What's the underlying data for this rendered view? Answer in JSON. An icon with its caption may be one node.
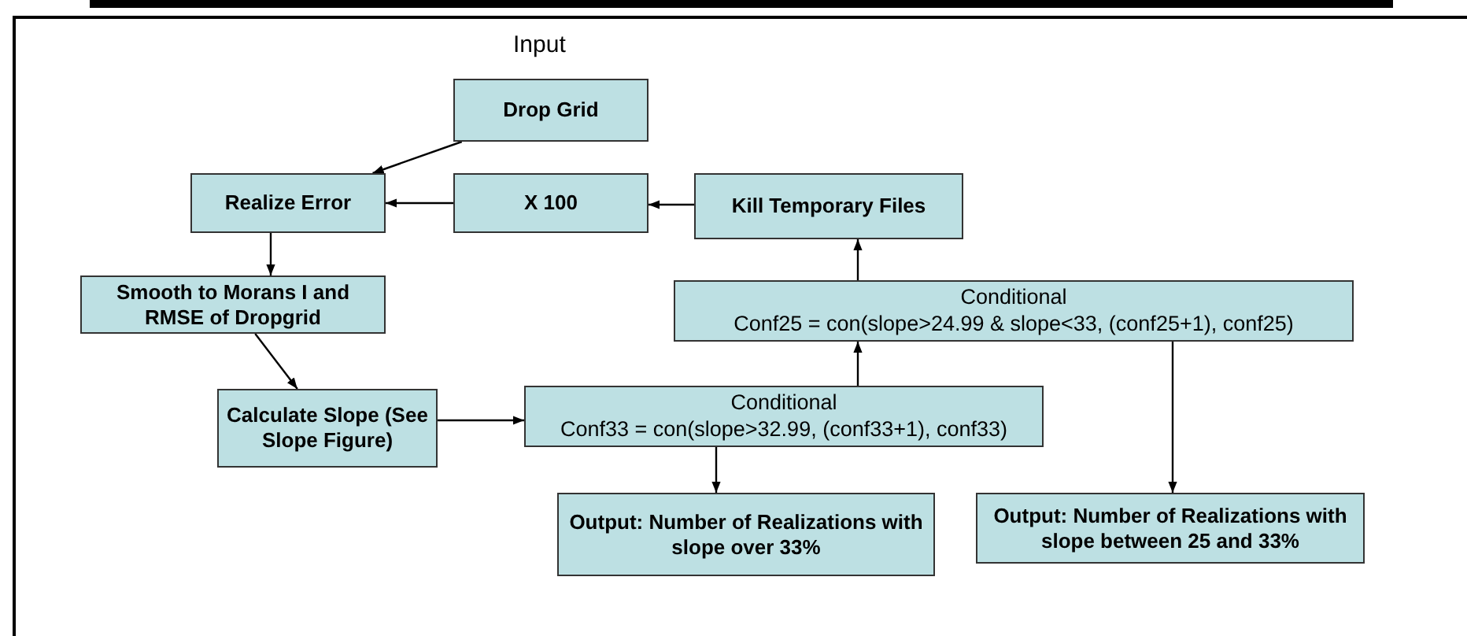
{
  "diagram": {
    "nodes": [
      {
        "text": [
          "Drop Grid"
        ]
      },
      {
        "text": [
          "Realize Error"
        ]
      },
      {
        "text": [
          "X 100"
        ]
      },
      {
        "text": [
          "Kill Temporary Files"
        ]
      },
      {
        "text": [
          "Smooth to Morans I and RMSE of Dropgrid"
        ]
      },
      {
        "text": [
          "Calculate Slope (See Slope Figure)"
        ]
      },
      {
        "text": [
          "Conditional",
          "Conf33 = con(slope>32.99, (conf33+1), conf33)"
        ]
      },
      {
        "text": [
          "Conditional",
          "Conf25 = con(slope>24.99 & slope<33, (conf25+1), conf25)"
        ]
      },
      {
        "text": [
          "Output: Number of Realizations with slope over 33%"
        ]
      },
      {
        "text": [
          "Output: Number of Realizations with slope between 25 and 33%"
        ]
      }
    ],
    "edges": [
      {
        "from": 0,
        "to": 1,
        "arrow": "to"
      },
      {
        "from": 2,
        "to": 1,
        "arrow": "to"
      },
      {
        "from": 3,
        "to": 2,
        "arrow": "to"
      },
      {
        "from": 1,
        "to": 4,
        "arrow": "to"
      },
      {
        "from": 4,
        "to": 5,
        "arrow": "to"
      },
      {
        "from": 5,
        "to": 6,
        "arrow": "to"
      },
      {
        "from": 6,
        "to": 8,
        "arrow": "to"
      },
      {
        "from": 6,
        "to": 7,
        "arrow": "to"
      },
      {
        "from": 7,
        "to": 3,
        "arrow": "to"
      },
      {
        "from": 7,
        "to": 9,
        "arrow": "to"
      }
    ],
    "labels": [
      "Input"
    ]
  }
}
